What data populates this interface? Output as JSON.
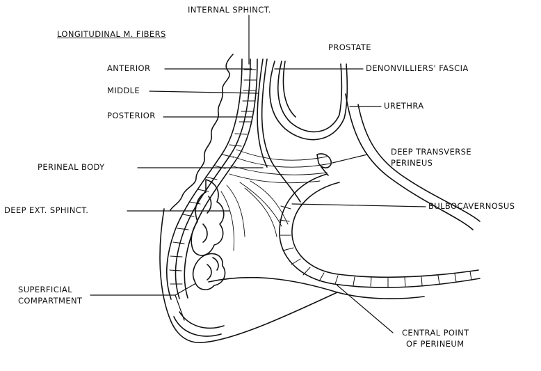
{
  "labels": {
    "internal_sphinct": "INTERNAL SPHINCT.",
    "longitudinal": "LONGITUDINAL M. FIBERS",
    "prostate": "PROSTATE",
    "anterior": "ANTERIOR",
    "middle": "MIDDLE",
    "posterior": "POSTERIOR",
    "denonvilliers": "DENONVILLIERS' FASCIA",
    "urethra": "URETHRA",
    "deep_transverse_1": "DEEP TRANSVERSE",
    "deep_transverse_2": "PERINEUS",
    "perineal_body": "PERINEAL BODY",
    "deep_ext_sphinct": "DEEP EXT. SPHINCT.",
    "bulbocavernosus": "BULBOCAVERNOSUS",
    "superficial_1": "SUPERFICIAL",
    "superficial_2": "COMPARTMENT",
    "central_point_1": "CENTRAL POINT",
    "central_point_2": "OF PERINEUM"
  },
  "colors": {
    "ink": "#111111",
    "background": "#ffffff"
  }
}
